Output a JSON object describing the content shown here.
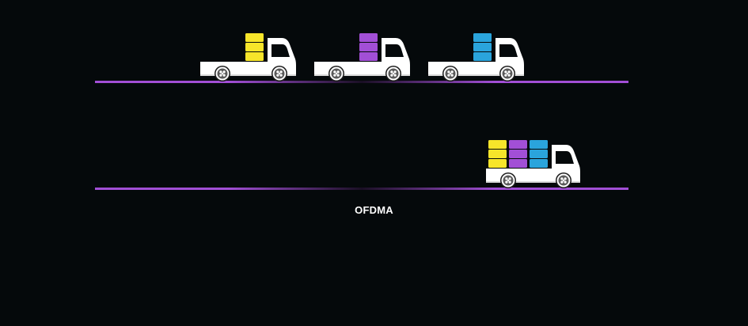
{
  "caption": "OFDMA",
  "colors": {
    "background": "#05090b",
    "road": "#a24fd6",
    "truck_body": "#ffffff",
    "wheel": "#5a5a5a",
    "yellow_cargo": "#f7e52a",
    "purple_cargo": "#a24fd6",
    "blue_cargo": "#2aa4dc"
  },
  "rows": [
    {
      "id": "single-carrier-row",
      "trucks": [
        {
          "id": "yellow-truck",
          "cargo": [
            "yellow_cargo"
          ],
          "boxes_per_stack": 3
        },
        {
          "id": "purple-truck",
          "cargo": [
            "purple_cargo"
          ],
          "boxes_per_stack": 3
        },
        {
          "id": "blue-truck",
          "cargo": [
            "blue_cargo"
          ],
          "boxes_per_stack": 3
        }
      ]
    },
    {
      "id": "ofdma-row",
      "trucks": [
        {
          "id": "combined-truck",
          "cargo": [
            "yellow_cargo",
            "purple_cargo",
            "blue_cargo"
          ],
          "boxes_per_stack": 3
        }
      ]
    }
  ]
}
